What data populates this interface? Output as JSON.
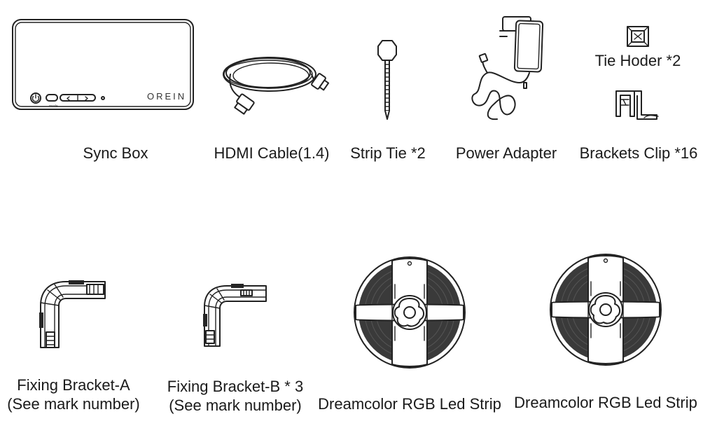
{
  "items": {
    "sync_box": {
      "label": "Sync Box",
      "brand": "OREIN",
      "button_mode": "mode"
    },
    "hdmi_cable": {
      "label": "HDMI Cable(1.4)"
    },
    "strip_tie": {
      "label": "Strip Tie *2"
    },
    "power_adapter": {
      "label": "Power Adapter"
    },
    "tie_holder": {
      "label": "Tie Hoder *2"
    },
    "brackets_clip": {
      "label": "Brackets Clip *16"
    },
    "fixing_bracket_a": {
      "label_line1": "Fixing Bracket-A",
      "label_line2": "(See mark number)"
    },
    "fixing_bracket_b": {
      "label_line1": "Fixing Bracket-B * 3",
      "label_line2": "(See mark number)"
    },
    "led_strip_1": {
      "label": "Dreamcolor RGB Led Strip"
    },
    "led_strip_2": {
      "label": "Dreamcolor RGB Led Strip"
    }
  },
  "colors": {
    "line": "#222222",
    "reel": "#3a3a3a",
    "text": "#1a1a1a",
    "background": "#ffffff"
  }
}
